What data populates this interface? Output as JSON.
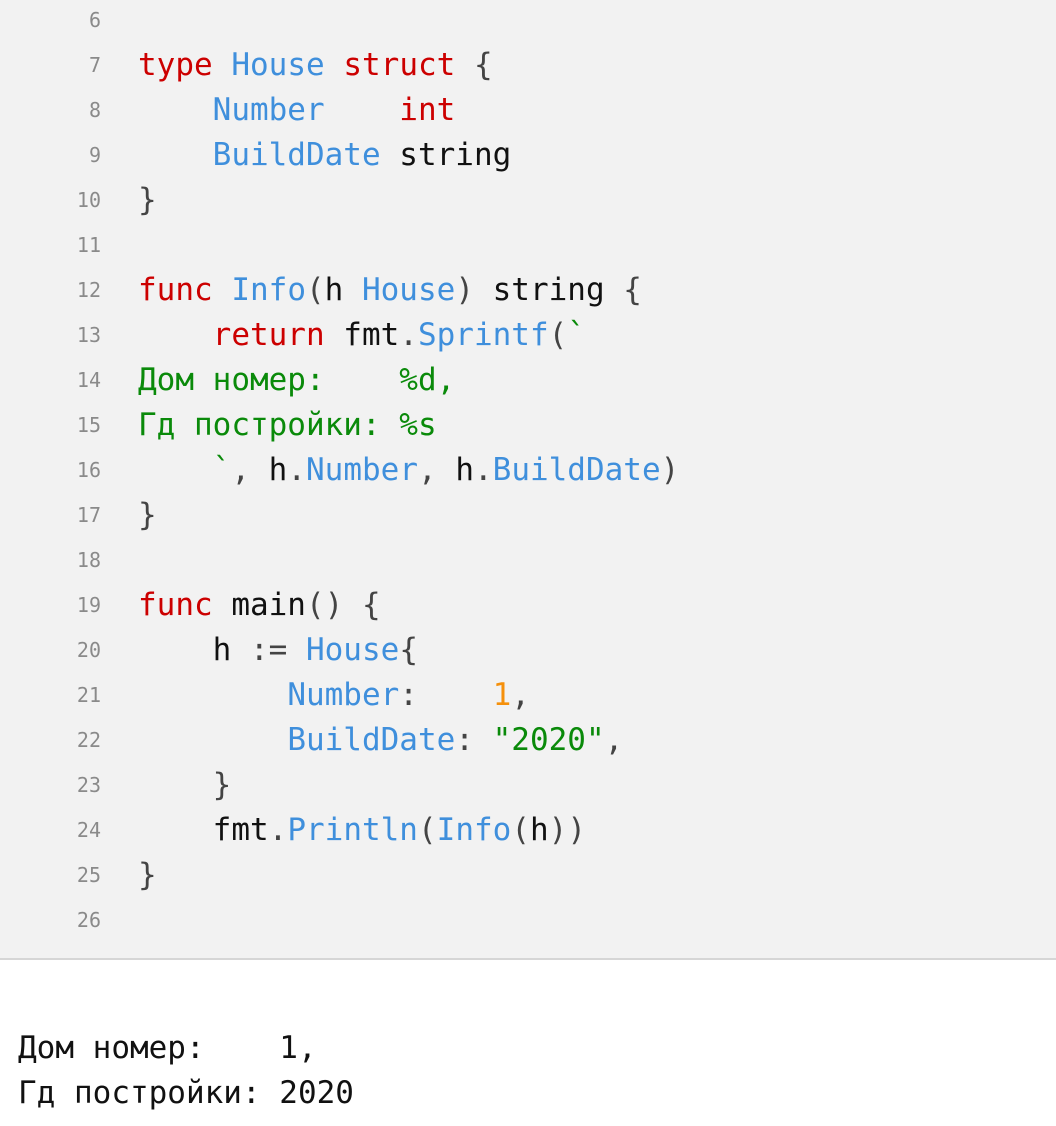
{
  "colors": {
    "keyword": "#cc0000",
    "identifier": "#3f8fdc",
    "plain": "#111111",
    "punctuation": "#444444",
    "string": "#0a8a0a",
    "number": "#f5900b",
    "line_number": "#8a8a8a",
    "editor_background": "#f2f2f2"
  },
  "code_lines": [
    {
      "n": "6",
      "tokens": []
    },
    {
      "n": "7",
      "tokens": [
        [
          "keyword",
          "type"
        ],
        [
          "plain",
          " "
        ],
        [
          "ident",
          "House"
        ],
        [
          "plain",
          " "
        ],
        [
          "keyword",
          "struct"
        ],
        [
          "plain",
          " "
        ],
        [
          "punct",
          "{"
        ]
      ]
    },
    {
      "n": "8",
      "tokens": [
        [
          "plain",
          "    "
        ],
        [
          "ident",
          "Number"
        ],
        [
          "plain",
          "    "
        ],
        [
          "keyword",
          "int"
        ]
      ]
    },
    {
      "n": "9",
      "tokens": [
        [
          "plain",
          "    "
        ],
        [
          "ident",
          "BuildDate"
        ],
        [
          "plain",
          " string"
        ]
      ]
    },
    {
      "n": "10",
      "tokens": [
        [
          "punct",
          "}"
        ]
      ]
    },
    {
      "n": "11",
      "tokens": []
    },
    {
      "n": "12",
      "tokens": [
        [
          "keyword",
          "func"
        ],
        [
          "plain",
          " "
        ],
        [
          "ident",
          "Info"
        ],
        [
          "punct",
          "("
        ],
        [
          "plain",
          "h "
        ],
        [
          "ident",
          "House"
        ],
        [
          "punct",
          ")"
        ],
        [
          "plain",
          " string "
        ],
        [
          "punct",
          "{"
        ]
      ]
    },
    {
      "n": "13",
      "tokens": [
        [
          "plain",
          "    "
        ],
        [
          "keyword",
          "return"
        ],
        [
          "plain",
          " fmt"
        ],
        [
          "punct",
          "."
        ],
        [
          "ident",
          "Sprintf"
        ],
        [
          "punct",
          "("
        ],
        [
          "string",
          "`"
        ]
      ]
    },
    {
      "n": "14",
      "tokens": [
        [
          "string",
          "Дом номер:    %d,"
        ]
      ]
    },
    {
      "n": "15",
      "tokens": [
        [
          "string",
          "Гд постройки: %s"
        ]
      ]
    },
    {
      "n": "16",
      "tokens": [
        [
          "plain",
          "    "
        ],
        [
          "string",
          "`"
        ],
        [
          "punct",
          ","
        ],
        [
          "plain",
          " h"
        ],
        [
          "punct",
          "."
        ],
        [
          "ident",
          "Number"
        ],
        [
          "punct",
          ","
        ],
        [
          "plain",
          " h"
        ],
        [
          "punct",
          "."
        ],
        [
          "ident",
          "BuildDate"
        ],
        [
          "punct",
          ")"
        ]
      ]
    },
    {
      "n": "17",
      "tokens": [
        [
          "punct",
          "}"
        ]
      ]
    },
    {
      "n": "18",
      "tokens": []
    },
    {
      "n": "19",
      "tokens": [
        [
          "keyword",
          "func"
        ],
        [
          "plain",
          " main"
        ],
        [
          "punct",
          "()"
        ],
        [
          "plain",
          " "
        ],
        [
          "punct",
          "{"
        ]
      ]
    },
    {
      "n": "20",
      "tokens": [
        [
          "plain",
          "    h "
        ],
        [
          "punct",
          ":="
        ],
        [
          "plain",
          " "
        ],
        [
          "ident",
          "House"
        ],
        [
          "punct",
          "{"
        ]
      ]
    },
    {
      "n": "21",
      "tokens": [
        [
          "plain",
          "        "
        ],
        [
          "ident",
          "Number"
        ],
        [
          "punct",
          ":"
        ],
        [
          "plain",
          "    "
        ],
        [
          "number",
          "1"
        ],
        [
          "punct",
          ","
        ]
      ]
    },
    {
      "n": "22",
      "tokens": [
        [
          "plain",
          "        "
        ],
        [
          "ident",
          "BuildDate"
        ],
        [
          "punct",
          ":"
        ],
        [
          "plain",
          " "
        ],
        [
          "string",
          "\"2020\""
        ],
        [
          "punct",
          ","
        ]
      ]
    },
    {
      "n": "23",
      "tokens": [
        [
          "plain",
          "    "
        ],
        [
          "punct",
          "}"
        ]
      ]
    },
    {
      "n": "24",
      "tokens": [
        [
          "plain",
          "    fmt"
        ],
        [
          "punct",
          "."
        ],
        [
          "ident",
          "Println"
        ],
        [
          "punct",
          "("
        ],
        [
          "ident",
          "Info"
        ],
        [
          "punct",
          "("
        ],
        [
          "plain",
          "h"
        ],
        [
          "punct",
          "))"
        ]
      ]
    },
    {
      "n": "25",
      "tokens": [
        [
          "punct",
          "}"
        ]
      ]
    },
    {
      "n": "26",
      "tokens": []
    }
  ],
  "output": {
    "lines": [
      "Дом номер:    1,",
      "Гд постройки: 2020"
    ]
  }
}
